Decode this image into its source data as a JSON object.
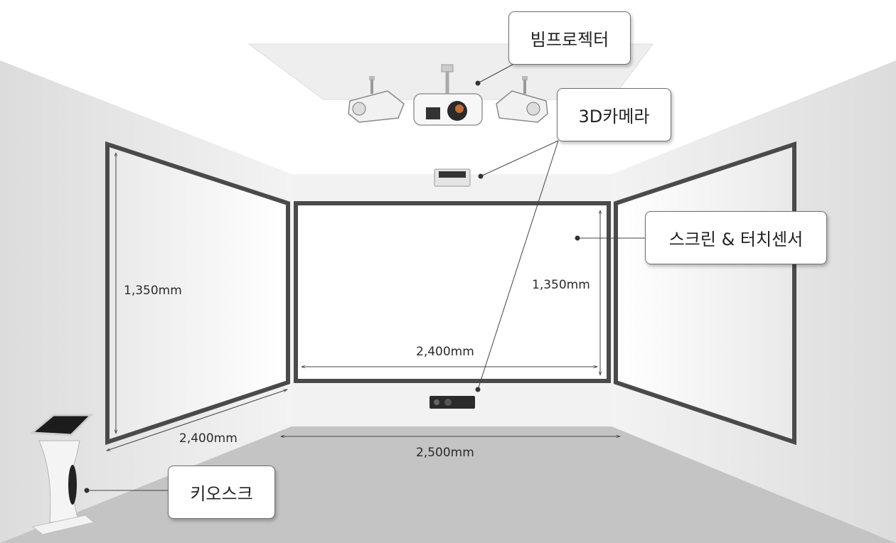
{
  "labels": {
    "beam_projector": "빔프로젝터",
    "camera_3d": "3D카메라",
    "screen_touch_sensor": "스크린 & 터치센서",
    "kiosk": "키오스크"
  },
  "dimensions": {
    "left_height": "1,350mm",
    "left_width": "2,400mm",
    "center_height": "1,350mm",
    "center_width": "2,400mm",
    "floor_width": "2,500mm"
  },
  "colors": {
    "frame": "#4a4a4a",
    "wall": "#ebebeb",
    "floor": "#c4c4c4",
    "ceiling": "#f6f6f6"
  }
}
